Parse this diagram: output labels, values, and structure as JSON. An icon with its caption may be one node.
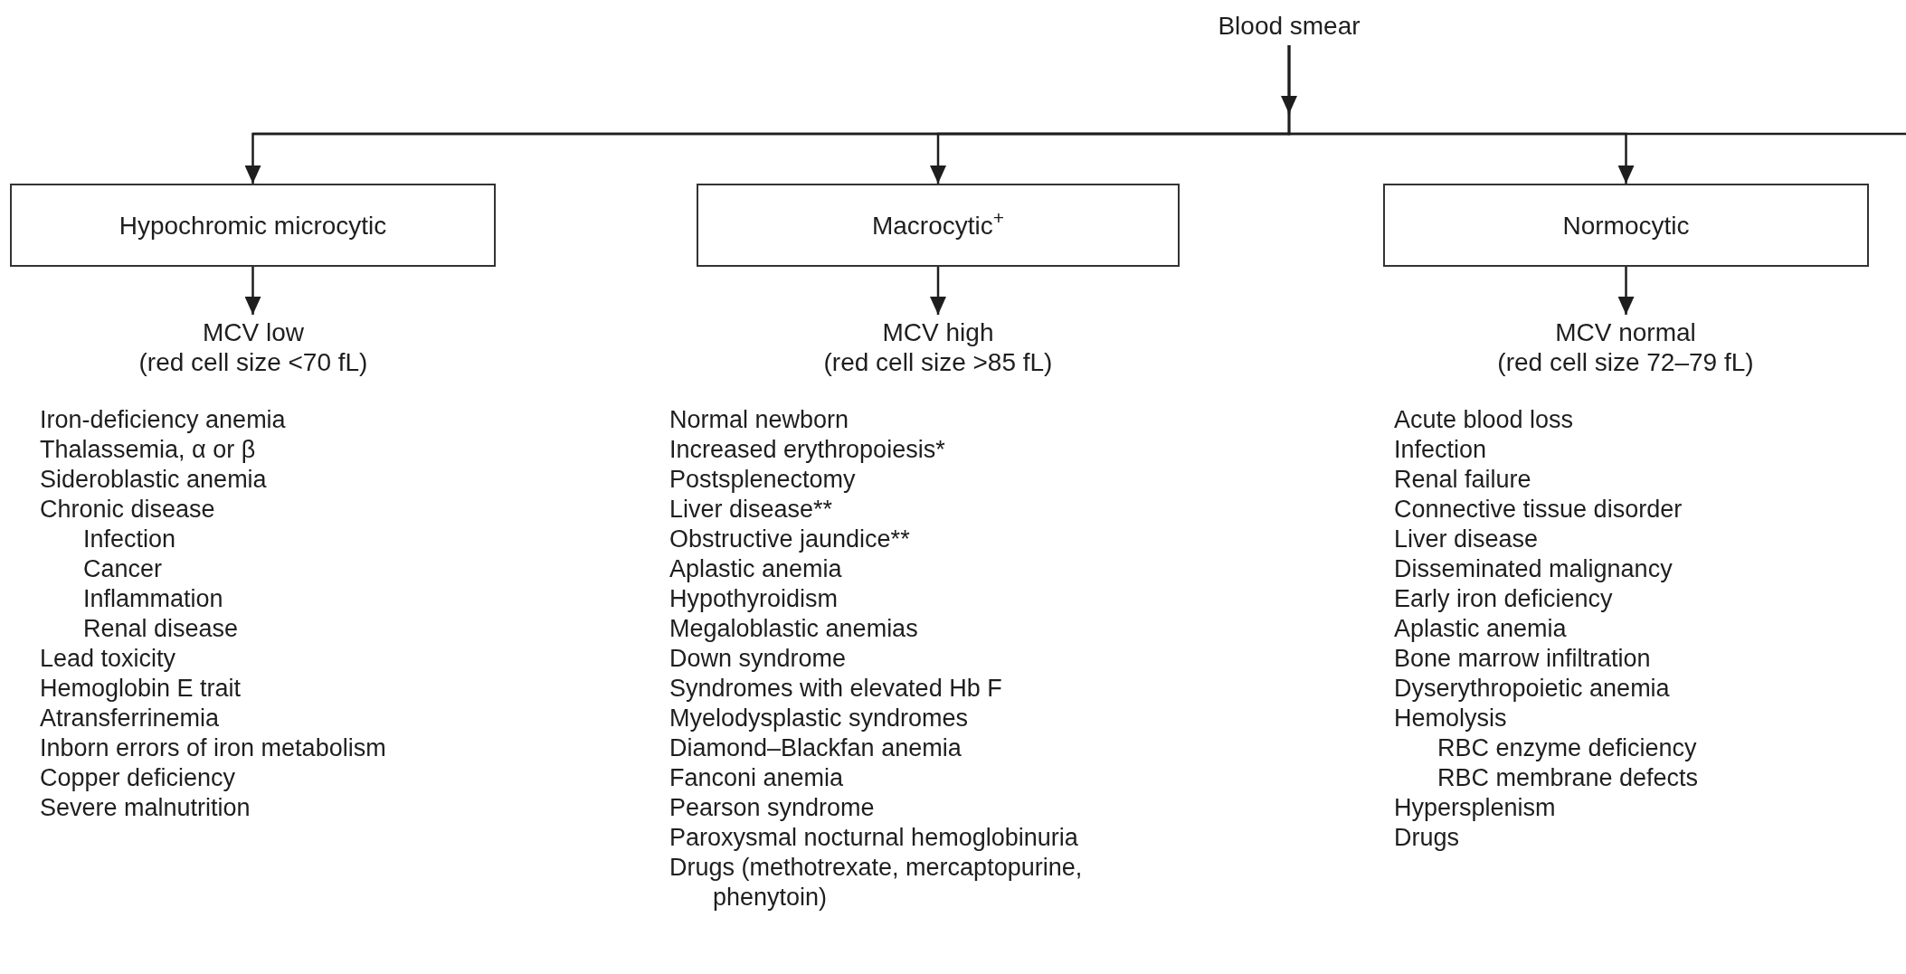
{
  "diagram": {
    "nodes": [
      {
        "text": [
          "Blood smear"
        ]
      },
      {
        "text": [
          "Hypochromic microcytic"
        ]
      },
      {
        "text": [
          "Macrocytic$^{+}$"
        ]
      },
      {
        "text": [
          "Normocytic"
        ]
      },
      {
        "text": [
          "MCV low",
          "(red cell size <70 fL)"
        ],
        "beside": [
          "Iron-deficiency anemia",
          "Thalassemia, α or β",
          "Sideroblastic anemia",
          "Chronic disease",
          "Infection",
          "Cancer",
          "Inflammation",
          "Renal disease",
          "Lead toxicity",
          "Hemoglobin E trait",
          "Atransferrinemia",
          "Inborn errors of iron metabolism",
          "Copper deficiency",
          "Severe malnutrition"
        ]
      },
      {
        "text": [
          "MCV high",
          "(red cell size >85 fL)"
        ],
        "beside": [
          "Normal newborn",
          "Increased erythropoiesis*",
          "Postsplenectomy",
          "Liver disease**",
          "Obstructive jaundice**",
          "Aplastic anemia",
          "Hypothyroidism",
          "Megaloblastic anemias",
          "Down syndrome",
          "Syndromes with elevated Hb F",
          "Myelodysplastic syndromes",
          "Diamond–Blackfan anemia",
          "Fanconi anemia",
          "Pearson syndrome",
          "Paroxysmal nocturnal hemoglobinuria",
          "Drugs (methotrexate, mercaptopurine, phenytoin)"
        ]
      },
      {
        "text": [
          "MCV normal",
          "(red cell size 72–79 fL)"
        ],
        "beside": [
          "Acute blood loss",
          "Infection",
          "Renal failure",
          "Connective tissue disorder",
          "Liver disease",
          "Disseminated malignancy",
          "Early iron deficiency",
          "Aplastic anemia",
          "Bone marrow infiltration",
          "Dyserythropoietic anemia",
          "Hemolysis",
          "RBC enzyme deficiency",
          "RBC membrane defects",
          "Hypersplenism",
          "Drugs"
        ]
      }
    ],
    "edges": [
      {
        "from": 0,
        "to": 1,
        "arrow": "to"
      },
      {
        "from": 0,
        "to": 2,
        "arrow": "to"
      },
      {
        "from": 0,
        "to": 3,
        "arrow": "to"
      },
      {
        "from": 1,
        "to": 4,
        "arrow": "to"
      },
      {
        "from": 2,
        "to": 5,
        "arrow": "to"
      },
      {
        "from": 3,
        "to": 6,
        "arrow": "to"
      }
    ]
  }
}
